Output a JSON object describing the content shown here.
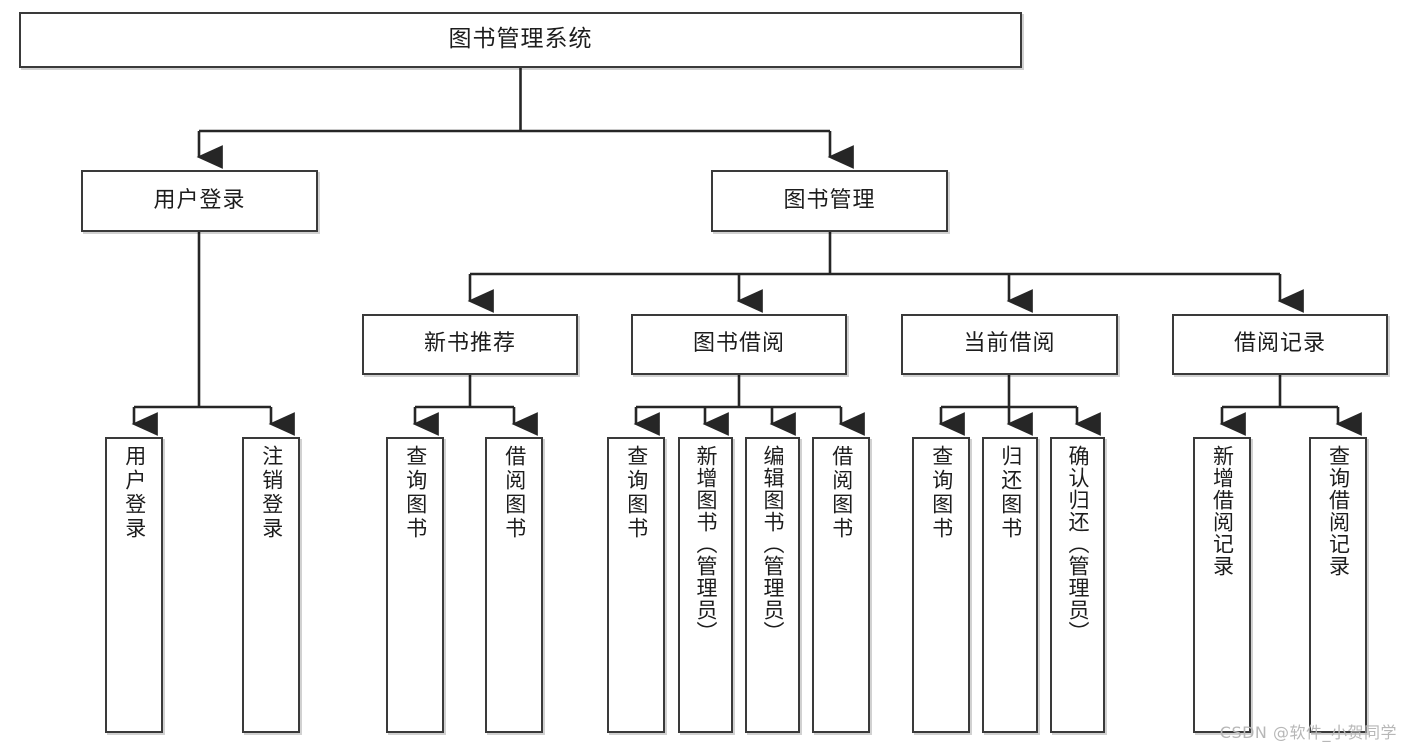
{
  "diagram": {
    "title": "图书管理系统",
    "type": "tree",
    "watermark": "CSDN @软件_小贺同学",
    "colors": {
      "box_border": "#3a3a3a",
      "box_fill": "#ffffff",
      "connector": "#262626",
      "text": "#1d1d1d",
      "watermark": "#b7b7b7",
      "background": "#ffffff"
    },
    "root": {
      "label": "图书管理系统"
    },
    "level2": [
      {
        "label": "用户登录"
      },
      {
        "label": "图书管理"
      }
    ],
    "level3": [
      {
        "label": "新书推荐"
      },
      {
        "label": "图书借阅"
      },
      {
        "label": "当前借阅"
      },
      {
        "label": "借阅记录"
      }
    ],
    "leaves": {
      "user_login": [
        {
          "label": "用户登录"
        },
        {
          "label": "注销登录"
        }
      ],
      "new_book_recommend": [
        {
          "label": "查询图书"
        },
        {
          "label": "借阅图书"
        }
      ],
      "book_borrow": [
        {
          "label": "查询图书"
        },
        {
          "label": "新增图书（管理员）"
        },
        {
          "label": "编辑图书（管理员）"
        },
        {
          "label": "借阅图书"
        }
      ],
      "current_borrow": [
        {
          "label": "查询图书"
        },
        {
          "label": "归还图书"
        },
        {
          "label": "确认归还（管理员）"
        }
      ],
      "borrow_record": [
        {
          "label": "新增借阅记录"
        },
        {
          "label": "查询借阅记录"
        }
      ]
    }
  }
}
